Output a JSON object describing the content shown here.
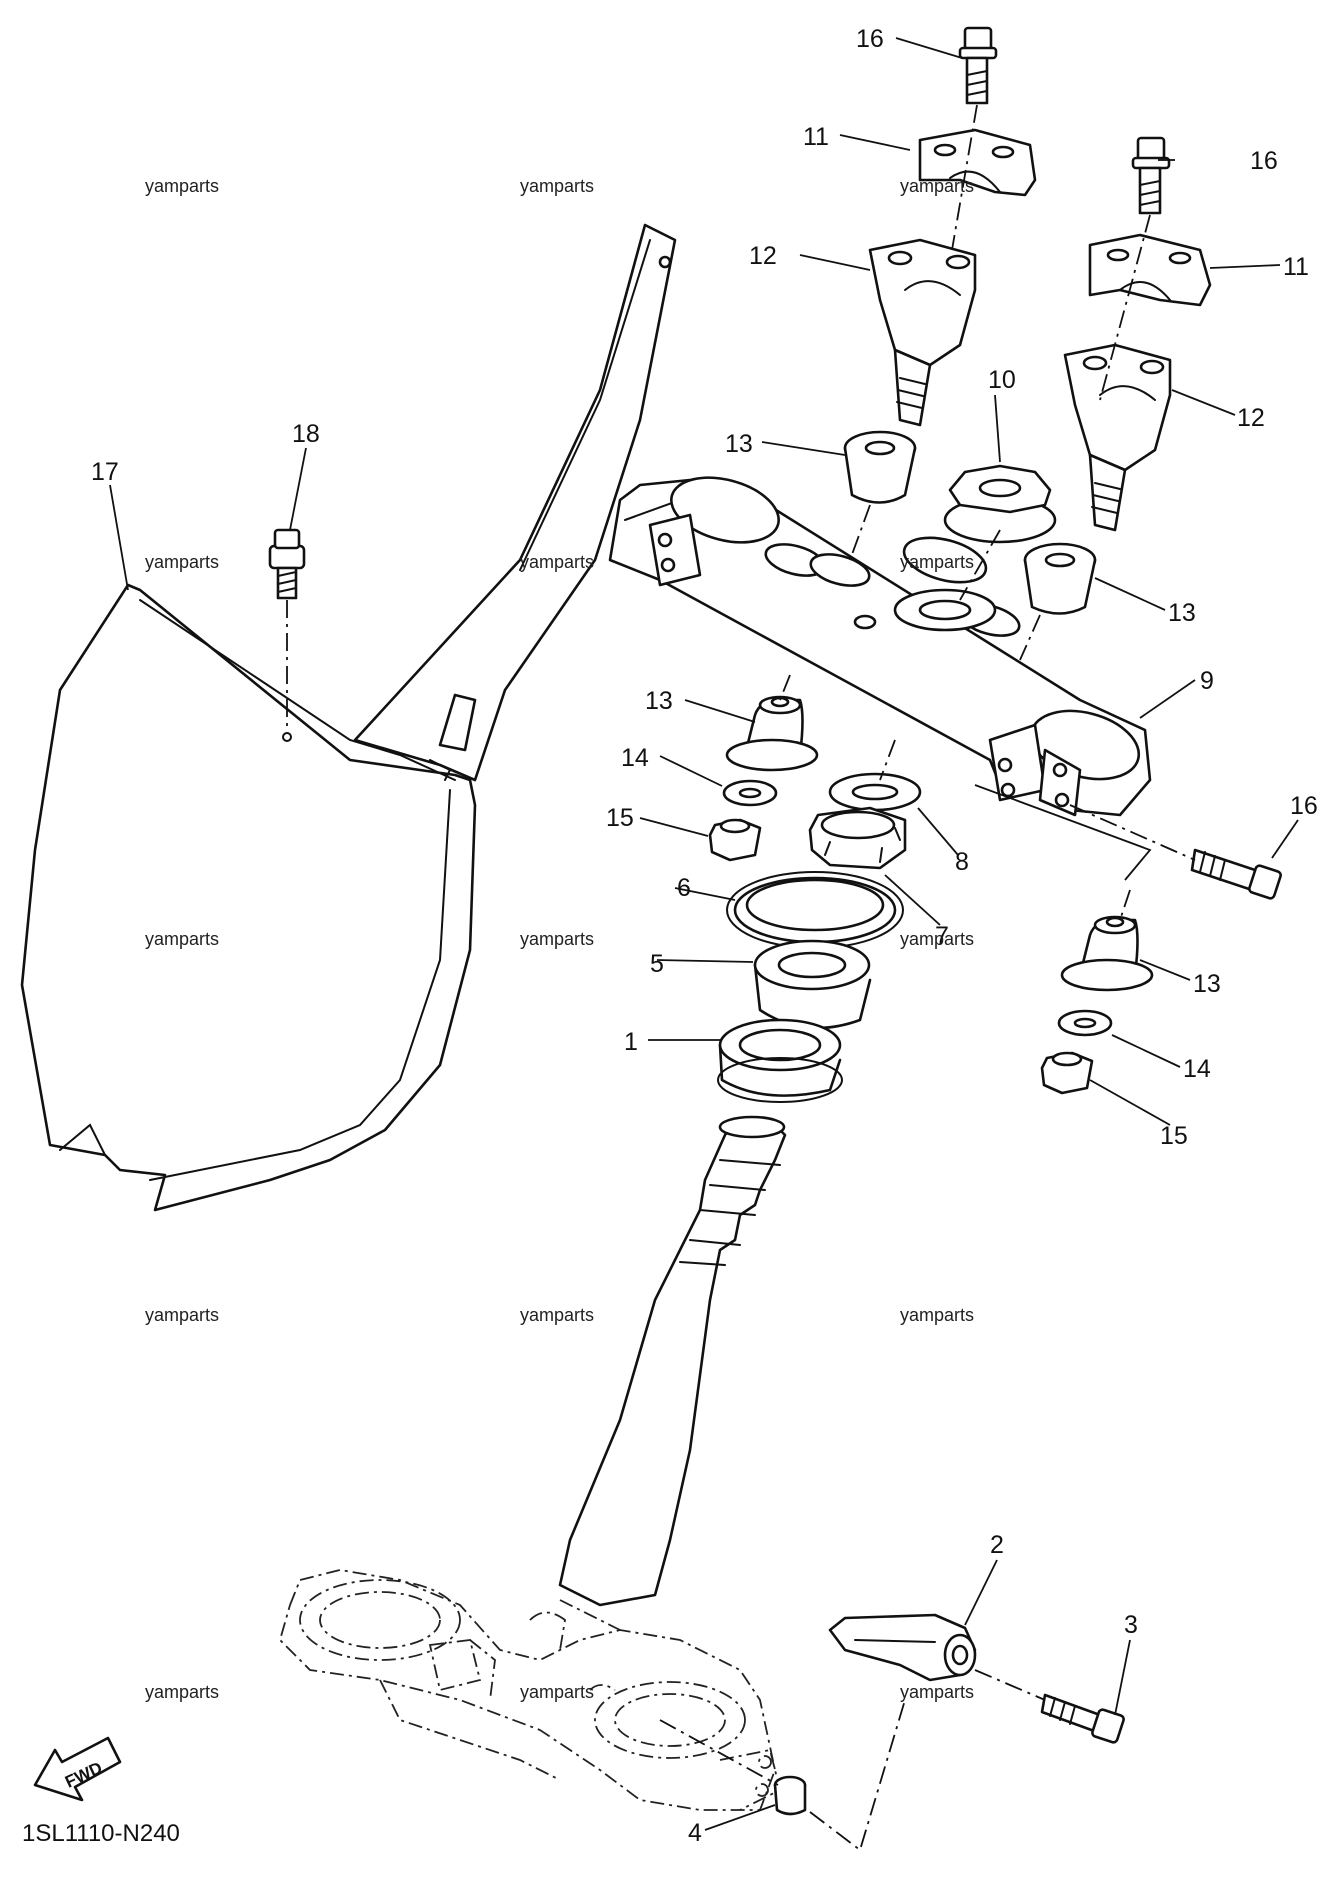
{
  "diagram_code": "1SL1110-N240",
  "fwd_label": "FWD",
  "watermark": "yamparts",
  "callouts": {
    "c1": "1",
    "c2": "2",
    "c3": "3",
    "c4": "4",
    "c5": "5",
    "c6": "6",
    "c7": "7",
    "c8": "8",
    "c9": "9",
    "c10": "10",
    "c11": "11",
    "c12": "12",
    "c13": "13",
    "c14": "14",
    "c15": "15",
    "c16": "16",
    "c17": "17",
    "c18": "18"
  }
}
